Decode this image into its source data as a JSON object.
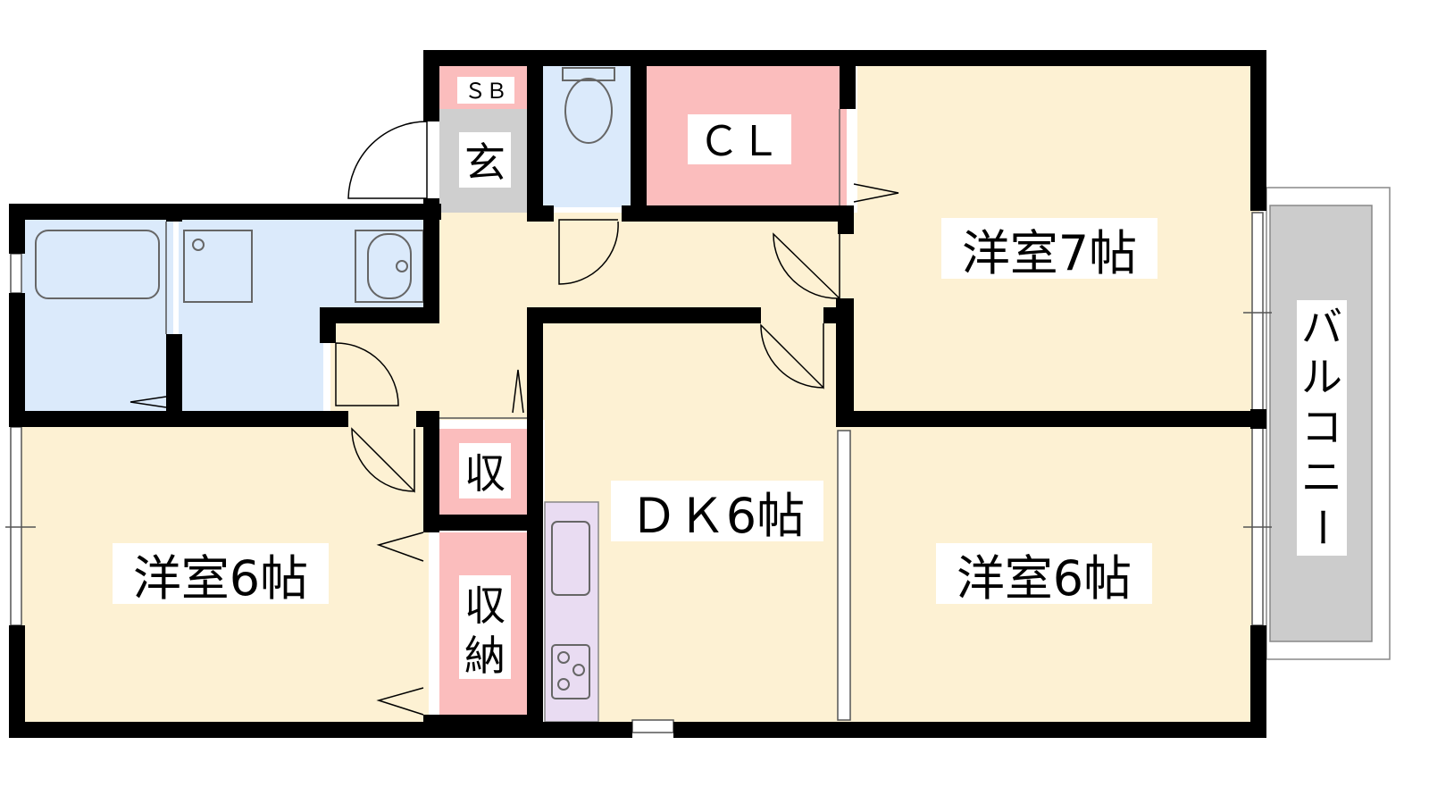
{
  "floor_plan": {
    "rooms": {
      "sb": "ＳＢ",
      "genkan": "玄",
      "closet": "ＣＬ",
      "west_room_7": "洋室7帖",
      "west_room_6_left": "洋室6帖",
      "west_room_6_right": "洋室6帖",
      "dk": "ＤＫ6帖",
      "storage_small": "収",
      "storage_tall_1": "収",
      "storage_tall_2": "納",
      "balcony": [
        "バ",
        "ル",
        "コ",
        "ニ",
        "ー"
      ]
    },
    "colors": {
      "room": "#fdf1d3",
      "wet_area": "#dbeafb",
      "storage": "#fbbdbd",
      "entrance": "#cfcfcf",
      "kitchen": "#e9dcf2",
      "balcony": "#cccccc",
      "wall": "#000000"
    }
  }
}
